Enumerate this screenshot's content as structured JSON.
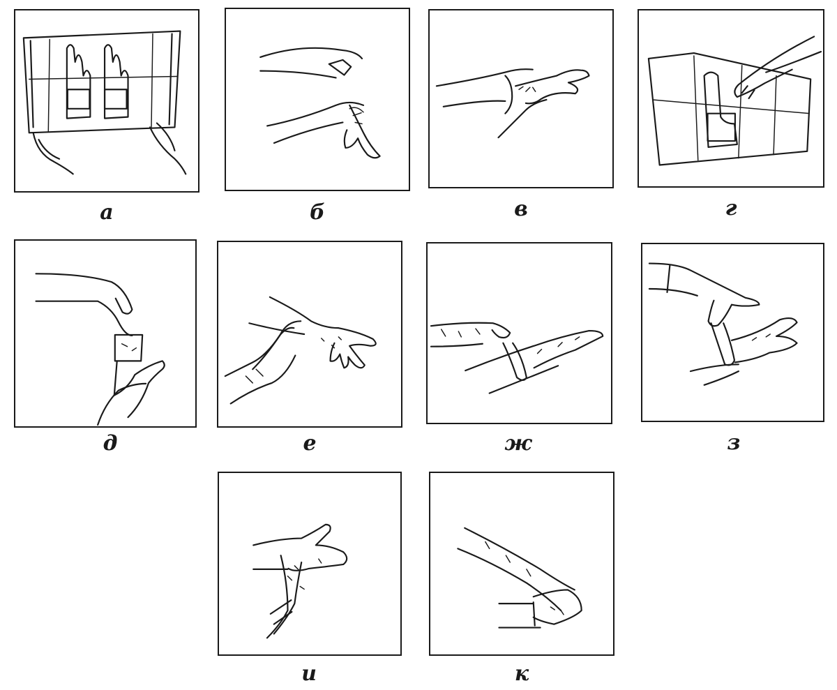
{
  "panels": [
    {
      "id": "a",
      "label": "а",
      "illustration": "glove-package-open-icon"
    },
    {
      "id": "b",
      "label": "б",
      "illustration": "glove-grip-cuff-icon"
    },
    {
      "id": "v",
      "label": "в",
      "illustration": "glove-pull-on-icon"
    },
    {
      "id": "g",
      "label": "г",
      "illustration": "glove-take-second-icon"
    },
    {
      "id": "d",
      "label": "д",
      "illustration": "glove-lift-icon"
    },
    {
      "id": "e",
      "label": "е",
      "illustration": "gloved-hand-insert-icon"
    },
    {
      "id": "zh",
      "label": "ж",
      "illustration": "glove-stretch-cuff-icon"
    },
    {
      "id": "z",
      "label": "з",
      "illustration": "glove-roll-cuff-icon"
    },
    {
      "id": "i",
      "label": "и",
      "illustration": "gloves-adjust-fingers-icon"
    },
    {
      "id": "k",
      "label": "к",
      "illustration": "gloves-on-sleeve-icon"
    }
  ]
}
